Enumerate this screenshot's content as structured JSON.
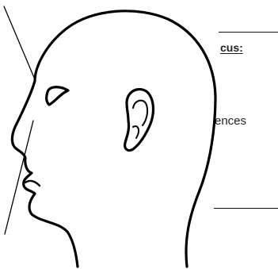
{
  "diagram": {
    "subject": "head-profile-side-view",
    "line_color": "#000000",
    "background_color": "#ffffff"
  },
  "behind_text": {
    "heading_fragment": "cus:",
    "word_fragment": "ences"
  }
}
